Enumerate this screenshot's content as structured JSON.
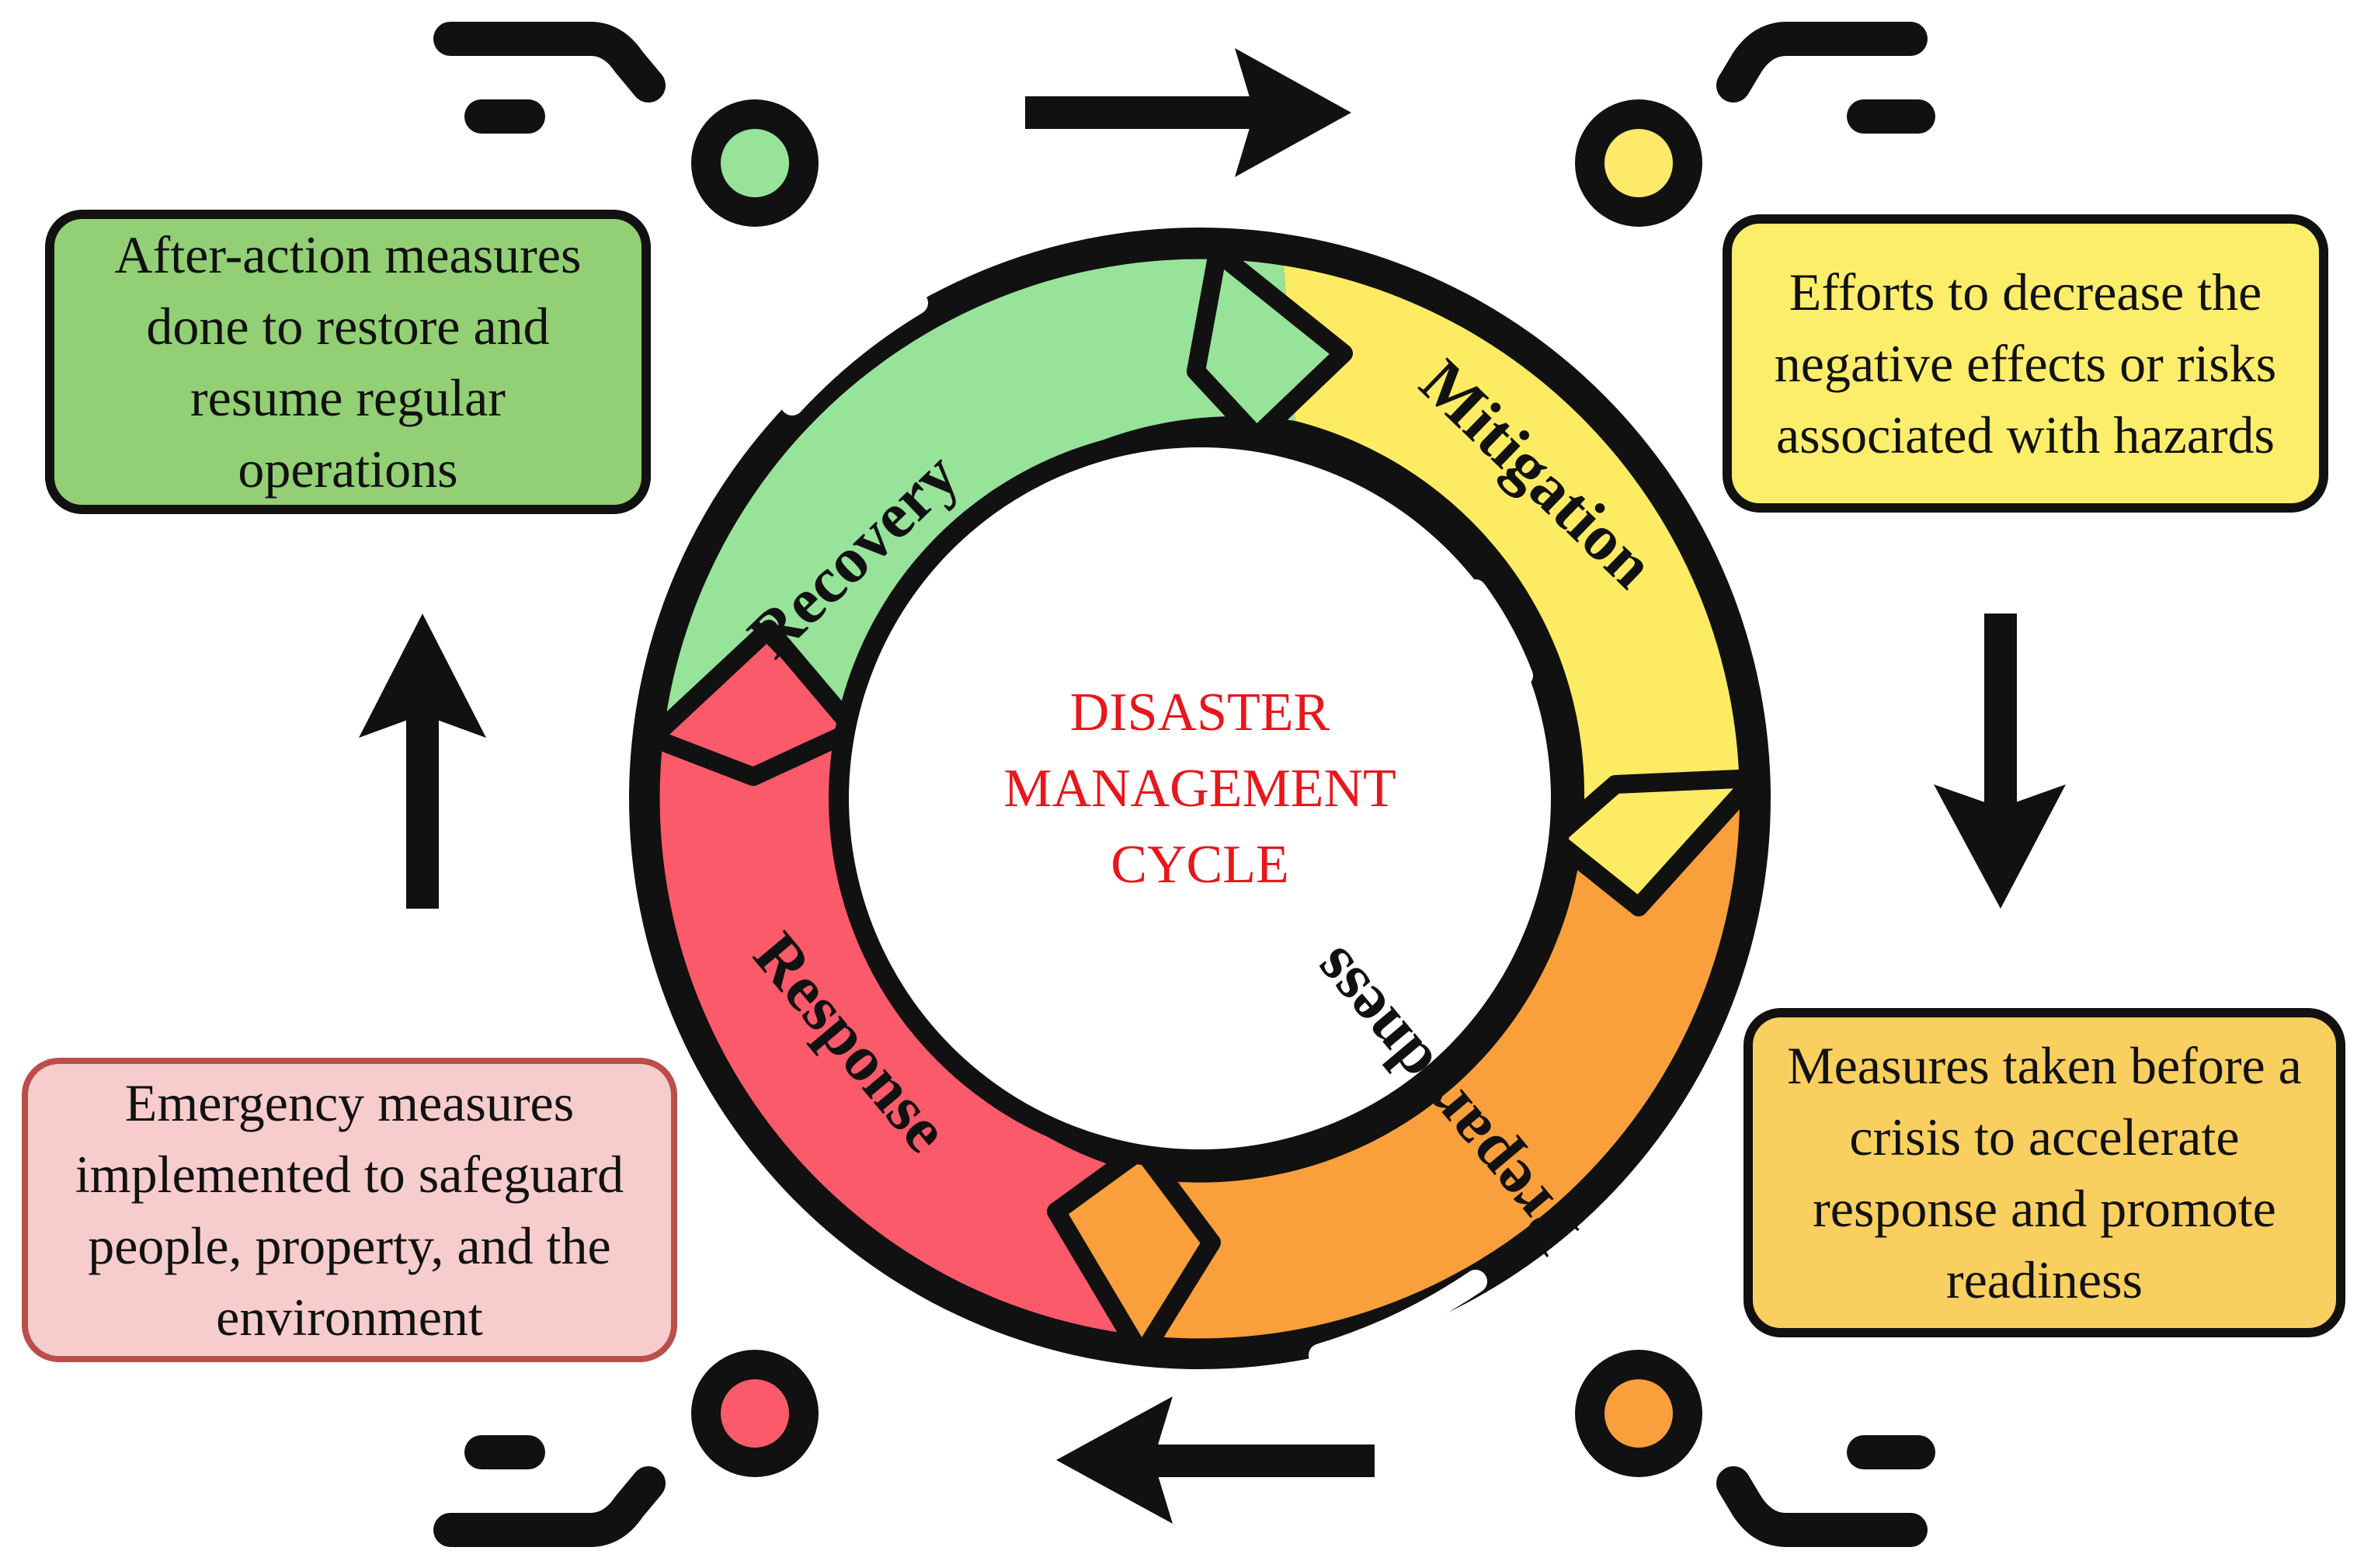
{
  "center": {
    "lines": [
      "DISASTER",
      "MANAGEMENT",
      "CYCLE"
    ]
  },
  "phases": {
    "recovery": {
      "label": "Recovery",
      "color": "#97e39a",
      "description": [
        "After-action measures",
        "done to restore and",
        "resume regular",
        "operations"
      ]
    },
    "mitigation": {
      "label": "Mitigation",
      "color": "#fdec63",
      "description": [
        "Efforts to decrease the",
        "negative effects or risks",
        "associated with hazards"
      ]
    },
    "preparedness": {
      "label": "Preparedness",
      "color": "#f9a03c",
      "description": [
        "Measures taken before a",
        "crisis to accelerate",
        "response and promote",
        "readiness"
      ]
    },
    "response": {
      "label": "Response",
      "color": "#fa5a69",
      "description": [
        "Emergency measures",
        "implemented to safeguard",
        "people, property, and the",
        "environment"
      ]
    }
  },
  "colors": {
    "outline": "#111111",
    "title": "#e8171b",
    "corner_dot_green": "#97e39a",
    "corner_dot_yellow": "#fde96a",
    "corner_dot_orange": "#f9a03c",
    "corner_dot_red": "#fa5a69"
  },
  "icons": [
    "arrow-right-icon",
    "arrow-down-icon",
    "arrow-left-icon",
    "arrow-up-icon",
    "corner-dot-icon"
  ]
}
